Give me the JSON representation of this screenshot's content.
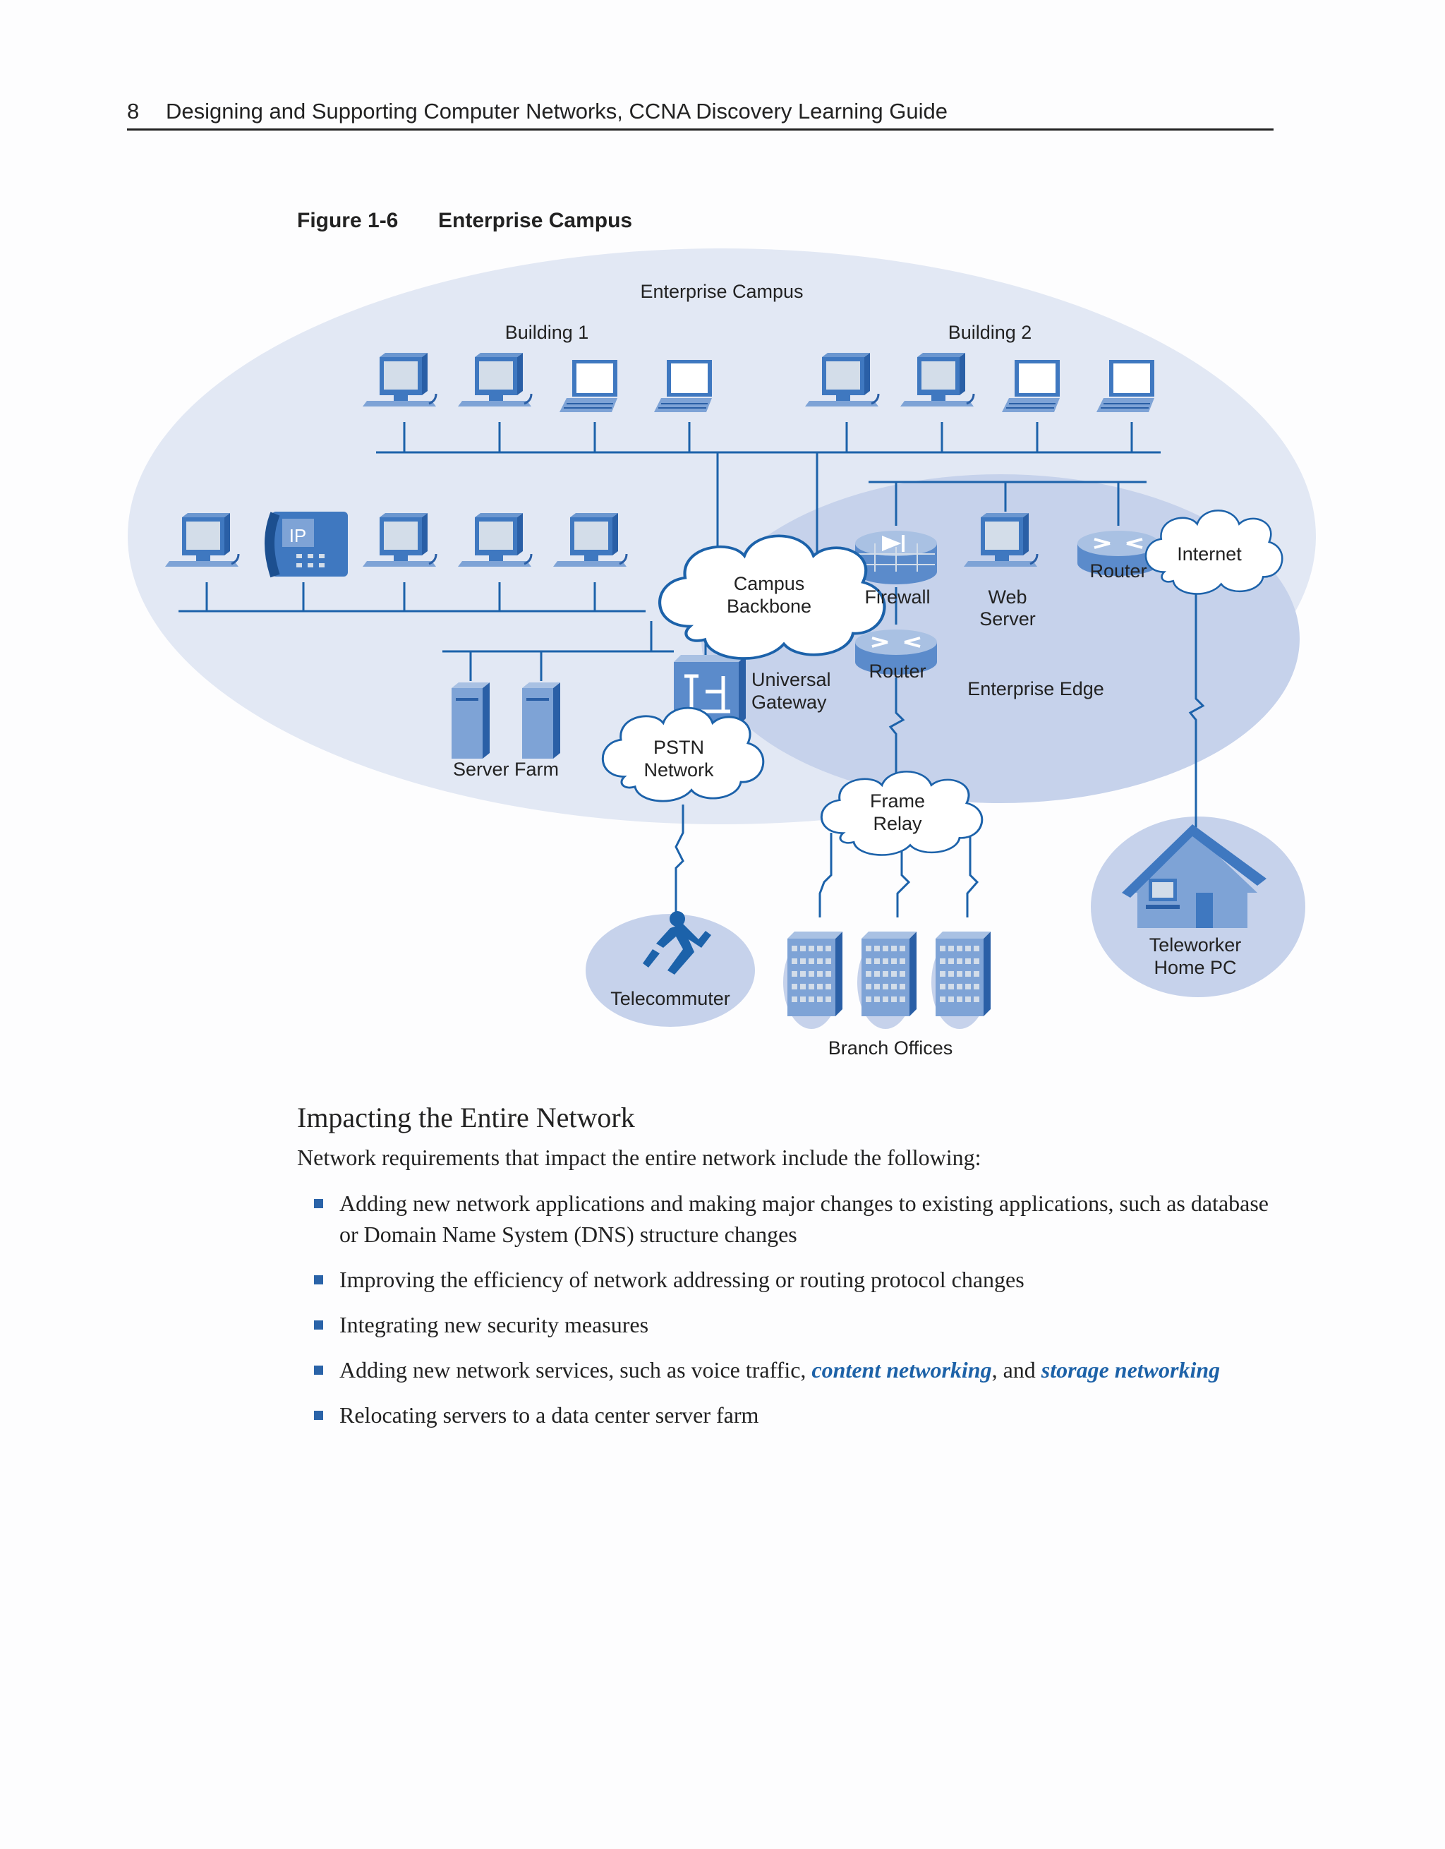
{
  "header": {
    "page_number": "8",
    "title": "Designing and Supporting Computer Networks, CCNA Discovery Learning Guide"
  },
  "figure": {
    "label": "Figure 1-6",
    "title": "Enterprise Campus",
    "labels": {
      "enterprise_campus": "Enterprise Campus",
      "building_1": "Building 1",
      "building_2": "Building 2",
      "phone_badge": "IP",
      "campus_backbone": [
        "Campus",
        "Backbone"
      ],
      "firewall": "Firewall",
      "web_server": [
        "Web",
        "Server"
      ],
      "router_top": "Router",
      "internet": "Internet",
      "router_mid": "Router",
      "universal_gateway": [
        "Universal",
        "Gateway"
      ],
      "enterprise_edge": "Enterprise Edge",
      "server_farm": "Server Farm",
      "pstn": [
        "PSTN",
        "Network"
      ],
      "frame_relay": [
        "Frame",
        "Relay"
      ],
      "telecommuter": "Telecommuter",
      "teleworker": [
        "Teleworker",
        "Home PC"
      ],
      "branch_offices": "Branch Offices"
    },
    "colors": {
      "campus_fill": "#e2e8f4",
      "edge_fill": "#c6d2eb",
      "line": "#1c62aa",
      "device": "#7ea3d6"
    }
  },
  "section": {
    "heading": "Impacting the Entire Network",
    "intro": "Network requirements that impact the entire network include the following:",
    "bullets": [
      {
        "text": "Adding new network applications and making major changes to existing applications, such as database or Domain Name System (DNS) structure changes"
      },
      {
        "text": "Improving the efficiency of network addressing or routing protocol changes"
      },
      {
        "text": "Integrating new security measures"
      },
      {
        "pre": "Adding new network services, such as voice traffic, ",
        "kw1": "content networking",
        "mid": ", and ",
        "kw2": "storage networking"
      },
      {
        "text": "Relocating servers to a data center server farm"
      }
    ]
  }
}
